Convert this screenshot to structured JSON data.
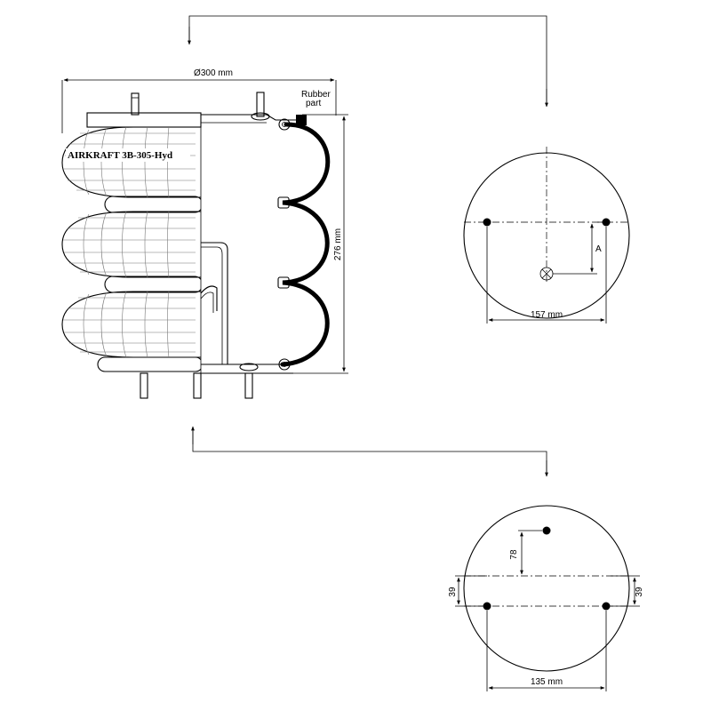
{
  "side_view": {
    "diameter_label": "Ø300 mm",
    "height_label": "276 mm",
    "model_label": "AIRKRAFT 3B-305-Hyd",
    "rubber_label_line1": "Rubber",
    "rubber_label_line2": "part"
  },
  "top_plate": {
    "dim_a_label": "A",
    "width_label": "157 mm"
  },
  "bottom_plate": {
    "vertical_dim_label": "78",
    "left_offset_label": "39",
    "right_offset_label": "39",
    "width_label": "135 mm"
  }
}
